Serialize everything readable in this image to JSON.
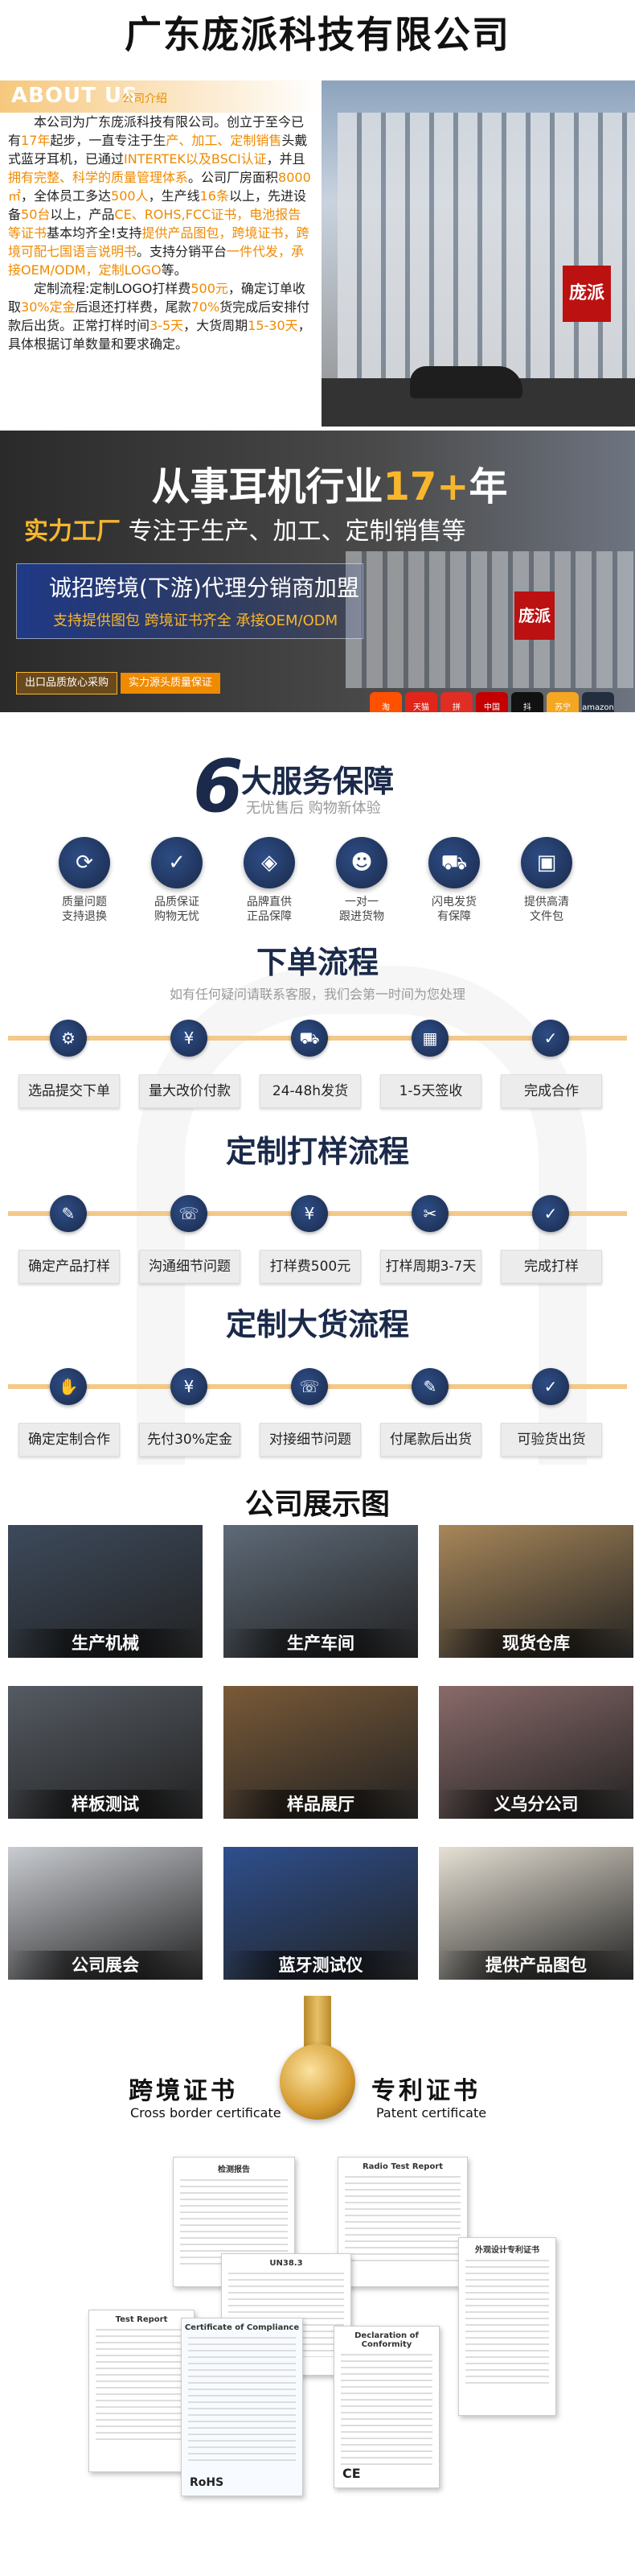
{
  "title": "广东庞派科技有限公司",
  "about": {
    "heading_en": "ABOUT US",
    "heading_cn": "公司介绍",
    "paragraphs": [
      [
        {
          "t": "本公司为广东庞派科技有限公司。创立于至今已有",
          "h": false
        },
        {
          "t": "17年",
          "h": true
        },
        {
          "t": "起步，一直专注于生",
          "h": false
        },
        {
          "t": "产、加工、定制销售",
          "h": true
        },
        {
          "t": "头戴式蓝牙耳机，已通过",
          "h": false
        },
        {
          "t": "INTERTEK以及BSCI认证",
          "h": true
        },
        {
          "t": "，并且",
          "h": false
        },
        {
          "t": "拥有完整、科学的质量管理体系",
          "h": true
        },
        {
          "t": "。公司厂房面积",
          "h": false
        },
        {
          "t": "8000㎡",
          "h": true
        },
        {
          "t": "，全体员工多达",
          "h": false
        },
        {
          "t": "500人",
          "h": true
        },
        {
          "t": "，生产线",
          "h": false
        },
        {
          "t": "16条",
          "h": true
        },
        {
          "t": "以上，先进设备",
          "h": false
        },
        {
          "t": "50台",
          "h": true
        },
        {
          "t": "以上，产品",
          "h": false
        },
        {
          "t": "CE、ROHS,FCC证书，电池报告等证书",
          "h": true
        },
        {
          "t": "基本均齐全!支持",
          "h": false
        },
        {
          "t": "提供产品图包，跨境证书，跨境可配七国语言说明书",
          "h": true
        },
        {
          "t": "。支持分销平台",
          "h": false
        },
        {
          "t": "一件代发，承接OEM/ODM，定制LOGO",
          "h": true
        },
        {
          "t": "等。",
          "h": false
        }
      ],
      [
        {
          "t": "定制流程:定制LOGO打样费",
          "h": false
        },
        {
          "t": "500元",
          "h": true
        },
        {
          "t": "，确定订单收取",
          "h": false
        },
        {
          "t": "30%定金",
          "h": true
        },
        {
          "t": "后退还打样费，尾款",
          "h": false
        },
        {
          "t": "70%",
          "h": true
        },
        {
          "t": "货完成后安排付款后出货。正常打样时间",
          "h": false
        },
        {
          "t": "3-5天",
          "h": true
        },
        {
          "t": "，大货周期",
          "h": false
        },
        {
          "t": "15-30天",
          "h": true
        },
        {
          "t": "，具体根据订单数量和要求确定。",
          "h": false
        }
      ]
    ]
  },
  "building_sign": "庞派",
  "banner": {
    "headline_pre": "从事耳机行业",
    "headline_num": "17+",
    "headline_post": "年",
    "sub_highlight": "实力工厂",
    "sub_text": "专注于生产、加工、定制销售等",
    "box_title": "诚招跨境(下游)代理分销商加盟",
    "box_sub": "支持提供图包 跨境证书齐全 承接OEM/ODM",
    "badge1": "出口品质放心采购",
    "badge2": "实力源头质量保证",
    "sign": "庞派",
    "platforms": [
      "淘",
      "天猫",
      "拼",
      "中国",
      "抖",
      "苏宁",
      "amazon"
    ]
  },
  "services": {
    "number": "6",
    "title": "大服务保障",
    "subtitle": "无忧售后 购物新体验",
    "items": [
      {
        "icon": "⟳",
        "line1": "质量问题",
        "line2": "支持退换"
      },
      {
        "icon": "✓",
        "line1": "品质保证",
        "line2": "购物无忧"
      },
      {
        "icon": "◈",
        "line1": "品牌直供",
        "line2": "正品保障"
      },
      {
        "icon": "☻",
        "line1": "一对一",
        "line2": "跟进货物"
      },
      {
        "icon": "⛟",
        "line1": "闪电发货",
        "line2": "有保障"
      },
      {
        "icon": "▣",
        "line1": "提供高清",
        "line2": "文件包"
      }
    ]
  },
  "order_flow": {
    "title": "下单流程",
    "subtitle": "如有任何疑问请联系客服，我们会第一时间为您处理",
    "steps": [
      {
        "icon": "⚙",
        "label": "选品提交下单"
      },
      {
        "icon": "¥",
        "label": "量大改价付款"
      },
      {
        "icon": "⛟",
        "label": "24-48h发货"
      },
      {
        "icon": "▦",
        "label": "1-5天签收"
      },
      {
        "icon": "✓",
        "label": "完成合作"
      }
    ]
  },
  "sample_flow": {
    "title": "定制打样流程",
    "steps": [
      {
        "icon": "✎",
        "label": "确定产品打样"
      },
      {
        "icon": "☏",
        "label": "沟通细节问题"
      },
      {
        "icon": "¥",
        "label": "打样费500元"
      },
      {
        "icon": "✂",
        "label": "打样周期3-7天"
      },
      {
        "icon": "✓",
        "label": "完成打样"
      }
    ]
  },
  "bulk_flow": {
    "title": "定制大货流程",
    "steps": [
      {
        "icon": "✋",
        "label": "确定定制合作"
      },
      {
        "icon": "¥",
        "label": "先付30%定金"
      },
      {
        "icon": "☏",
        "label": "对接细节问题"
      },
      {
        "icon": "✎",
        "label": "付尾款后出货"
      },
      {
        "icon": "✓",
        "label": "可验货出货"
      }
    ]
  },
  "showcase": {
    "title": "公司展示图",
    "photos": [
      {
        "caption": "生产机械",
        "color": "#3d4a5c"
      },
      {
        "caption": "生产车间",
        "color": "#5e6a78"
      },
      {
        "caption": "现货仓库",
        "color": "#a8875a"
      },
      {
        "caption": "样板测试",
        "color": "#555b63"
      },
      {
        "caption": "样品展厅",
        "color": "#7a5a38"
      },
      {
        "caption": "义乌分公司",
        "color": "#8a6a6a"
      },
      {
        "caption": "公司展会",
        "color": "#c9ccd1"
      },
      {
        "caption": "蓝牙测试仪",
        "color": "#2e4f8e"
      },
      {
        "caption": "提供产品图包",
        "color": "#e6e0d4"
      }
    ]
  },
  "certs": {
    "left_title": "跨境证书",
    "left_sub": "Cross border certificate",
    "right_title": "专利证书",
    "right_sub": "Patent certificate",
    "docs": [
      {
        "head": "检测报告"
      },
      {
        "head": "Radio Test Report"
      },
      {
        "head": "UN38.3"
      },
      {
        "head": "外观设计专利证书"
      },
      {
        "head": "Test Report"
      },
      {
        "head": "Certificate of Compliance"
      },
      {
        "head": "Declaration of Conformity"
      }
    ],
    "rohs": "RoHS",
    "ce": "CE"
  }
}
